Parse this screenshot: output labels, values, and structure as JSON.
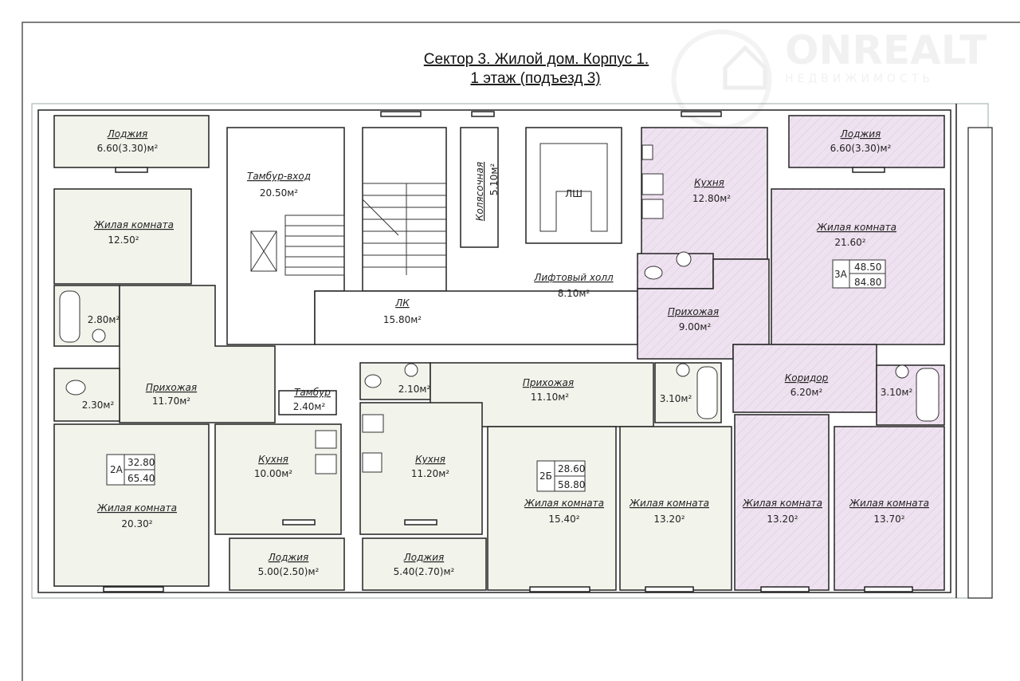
{
  "title": {
    "line1": "Сектор 3. Жилой дом. Корпус 1.",
    "line2": "1 этаж (подъезд 3)"
  },
  "watermark": {
    "brand": "ONREALT",
    "sub": "НЕДВИЖИМОСТЬ"
  },
  "colors": {
    "apt_fill": "#f2f3eb",
    "apt_3a_fill": "#efe2f0",
    "wall": "#222222"
  },
  "rooms": {
    "loggia_l": {
      "name": "Лоджия",
      "area": "6.60(3.30)м²"
    },
    "living_12_5": {
      "name": "Жилая комната",
      "area": "12.50²"
    },
    "bath_2_8": {
      "area": "2.80м²"
    },
    "hall_11_7": {
      "name": "Прихожая",
      "area": "11.70м²"
    },
    "wc_2_3": {
      "area": "2.30м²"
    },
    "living_20_3": {
      "name": "Жилая комната",
      "area": "20.30²"
    },
    "kitchen_10": {
      "name": "Кухня",
      "area": "10.00м²"
    },
    "loggia_5": {
      "name": "Лоджия",
      "area": "5.00(2.50)м²"
    },
    "tambur_vhod": {
      "name": "Тамбур-вход",
      "area": "20.50м²"
    },
    "tambur": {
      "name": "Тамбур",
      "area": "2.40м²"
    },
    "lk": {
      "name": "ЛК",
      "area": "15.80м²"
    },
    "kolyas": {
      "name": "Колясочная",
      "area": "5.10м²"
    },
    "lsh": {
      "name": "ЛШ"
    },
    "lift_hall": {
      "name": "Лифтовый холл",
      "area": "8.10м²"
    },
    "wc_2_1": {
      "area": "2.10м²"
    },
    "hall_11_1": {
      "name": "Прихожая",
      "area": "11.10м²"
    },
    "bath_3_1a": {
      "area": "3.10м²"
    },
    "kitchen_11_2": {
      "name": "Кухня",
      "area": "11.20м²"
    },
    "loggia_5_4": {
      "name": "Лоджия",
      "area": "5.40(2.70)м²"
    },
    "living_15_4": {
      "name": "Жилая комната",
      "area": "15.40²"
    },
    "living_13_2a": {
      "name": "Жилая комната",
      "area": "13.20²"
    },
    "kitchen_12_8": {
      "name": "Кухня",
      "area": "12.80м²"
    },
    "loggia_r": {
      "name": "Лоджия",
      "area": "6.60(3.30)м²"
    },
    "living_21_6": {
      "name": "Жилая комната",
      "area": "21.60²"
    },
    "hall_9": {
      "name": "Прихожая",
      "area": "9.00м²"
    },
    "corridor": {
      "name": "Коридор",
      "area": "6.20м²"
    },
    "bath_3_1b": {
      "area": "3.10м²"
    },
    "living_13_2b": {
      "name": "Жилая комната",
      "area": "13.20²"
    },
    "living_13_7": {
      "name": "Жилая комната",
      "area": "13.70²"
    }
  },
  "apartments": [
    {
      "code": "2А",
      "living": "32.80",
      "total": "65.40"
    },
    {
      "code": "2Б",
      "living": "28.60",
      "total": "58.80"
    },
    {
      "code": "3А",
      "living": "48.50",
      "total": "84.80"
    }
  ]
}
